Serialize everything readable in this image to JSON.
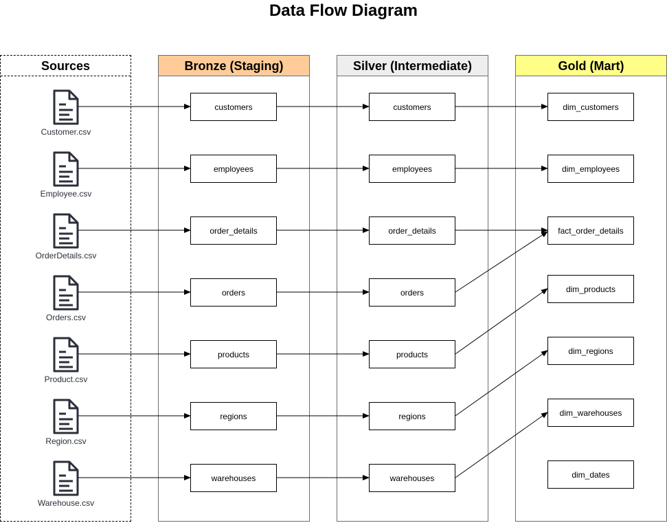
{
  "title": "Data Flow Diagram",
  "lanes": {
    "sources": "Sources",
    "bronze": "Bronze (Staging)",
    "silver": "Silver (Intermediate)",
    "gold": "Gold (Mart)"
  },
  "colors": {
    "bronze_header": "#ffcc99",
    "silver_header": "#eeeeee",
    "gold_header": "#ffff88",
    "file_icon": "#2a2f3a"
  },
  "files": [
    "Customer.csv",
    "Employee.csv",
    "OrderDetails.csv",
    "Orders.csv",
    "Product.csv",
    "Region.csv",
    "Warehouse.csv"
  ],
  "bronze": [
    "customers",
    "employees",
    "order_details",
    "orders",
    "products",
    "regions",
    "warehouses"
  ],
  "silver": [
    "customers",
    "employees",
    "order_details",
    "orders",
    "products",
    "regions",
    "warehouses"
  ],
  "gold": [
    "dim_customers",
    "dim_employees",
    "fact_order_details",
    "dim_products",
    "dim_regions",
    "dim_warehouses",
    "dim_dates"
  ],
  "flows": [
    {
      "from": "Customer.csv",
      "to": "customers"
    },
    {
      "from": "Employee.csv",
      "to": "employees"
    },
    {
      "from": "OrderDetails.csv",
      "to": "order_details"
    },
    {
      "from": "Orders.csv",
      "to": "orders"
    },
    {
      "from": "Product.csv",
      "to": "products"
    },
    {
      "from": "Region.csv",
      "to": "regions"
    },
    {
      "from": "Warehouse.csv",
      "to": "warehouses"
    },
    {
      "from": "customers",
      "to": "dim_customers"
    },
    {
      "from": "employees",
      "to": "dim_employees"
    },
    {
      "from": "order_details",
      "to": "fact_order_details"
    },
    {
      "from": "orders",
      "to": "fact_order_details"
    },
    {
      "from": "products",
      "to": "dim_products"
    },
    {
      "from": "regions",
      "to": "dim_regions"
    },
    {
      "from": "warehouses",
      "to": "dim_warehouses"
    }
  ]
}
